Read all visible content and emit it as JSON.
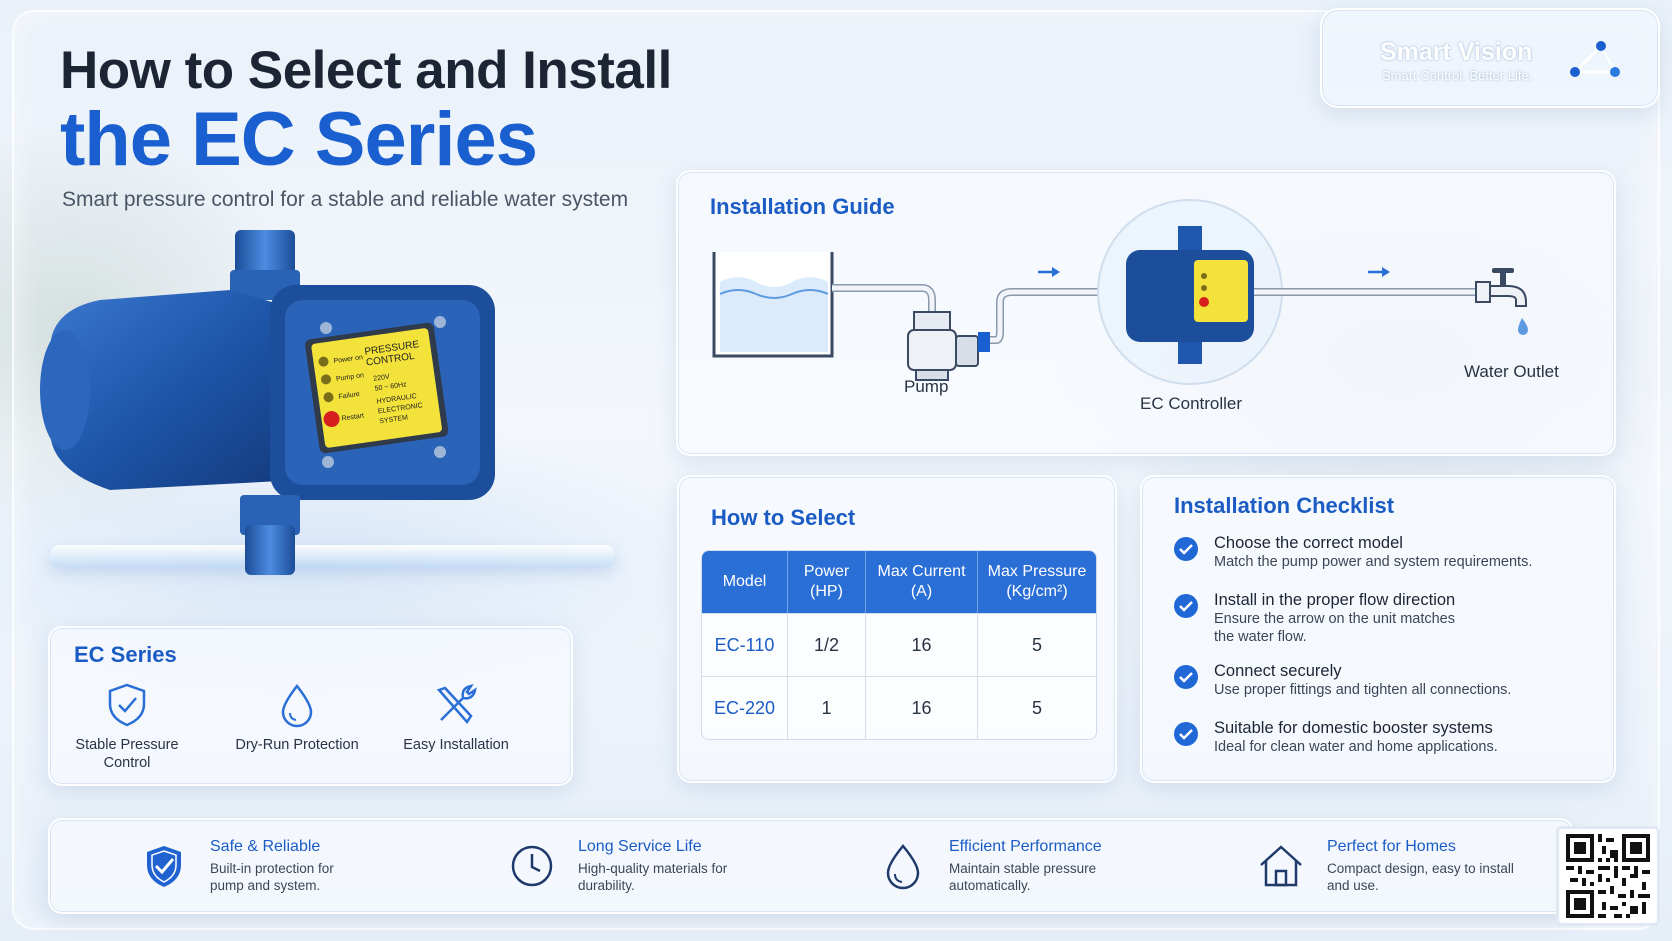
{
  "header": {
    "title_line1": "How to Select and Install",
    "title_line2": "the EC Series",
    "subtitle": "Smart pressure control for a stable and reliable water system"
  },
  "brand": {
    "name": "Smart Vision",
    "tagline": "Smart Control. Better Life."
  },
  "product_panel": {
    "label_title": "PRESSURE CONTROL",
    "lamps": [
      "Power on",
      "Pump on",
      "Failure",
      "Restart"
    ],
    "specs": [
      "220V",
      "50 ~ 60Hz",
      "HYDRAULIC",
      "ELECTRONIC",
      "SYSTEM"
    ]
  },
  "ec_series": {
    "title": "EC Series",
    "features": [
      {
        "icon": "shield-check-icon",
        "label": "Stable Pressure Control"
      },
      {
        "icon": "water-drop-icon",
        "label": "Dry-Run Protection"
      },
      {
        "icon": "tools-icon",
        "label": "Easy Installation"
      }
    ]
  },
  "installation_guide": {
    "title": "Installation Guide",
    "labels": {
      "pump": "Pump",
      "controller": "EC Controller",
      "outlet": "Water Outlet"
    }
  },
  "how_to_select": {
    "title": "How to Select",
    "columns": [
      "Model",
      "Power (HP)",
      "Max Current (A)",
      "Max Pressure (Kg/cm²)"
    ],
    "rows": [
      [
        "EC-110",
        "1/2",
        "16",
        "5"
      ],
      [
        "EC-220",
        "1",
        "16",
        "5"
      ]
    ]
  },
  "checklist": {
    "title": "Installation Checklist",
    "items": [
      {
        "heading": "Choose the correct model",
        "detail": "Match the pump power and system requirements."
      },
      {
        "heading": "Install in the proper flow direction",
        "detail": "Ensure the arrow on the unit matches the water flow."
      },
      {
        "heading": "Connect securely",
        "detail": "Use proper fittings and tighten all connections."
      },
      {
        "heading": "Suitable for domestic booster systems",
        "detail": "Ideal for clean water and home applications."
      }
    ]
  },
  "benefits": [
    {
      "icon": "shield-check-icon",
      "title": "Safe & Reliable",
      "detail": "Built-in protection for pump and system."
    },
    {
      "icon": "clock-icon",
      "title": "Long Service Life",
      "detail": "High-quality materials for durability."
    },
    {
      "icon": "water-drop-icon",
      "title": "Efficient Performance",
      "detail": "Maintain stable pressure automatically."
    },
    {
      "icon": "house-icon",
      "title": "Perfect for Homes",
      "detail": "Compact design, easy to install and use."
    }
  ],
  "colors": {
    "accent": "#1a5fcf",
    "table_header": "#2a6fd6",
    "panel_yellow": "#f3e23a"
  }
}
